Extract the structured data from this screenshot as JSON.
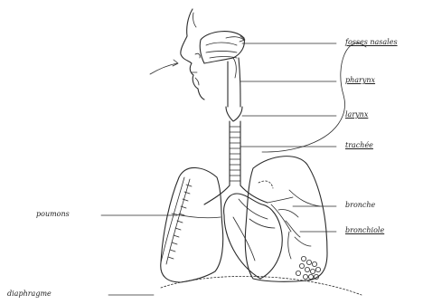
{
  "labels": {
    "fosses_nasales": "fosses nasales",
    "pharynx": "pharynx",
    "larynx": "larynx",
    "trachee": "trachée",
    "bronche": "bronche",
    "bronchiole": "bronchiole",
    "poumons": "poumons",
    "diaphragme": "diaphragme"
  },
  "colors": {
    "ink": "#2b2b2b",
    "background": "#ffffff"
  }
}
